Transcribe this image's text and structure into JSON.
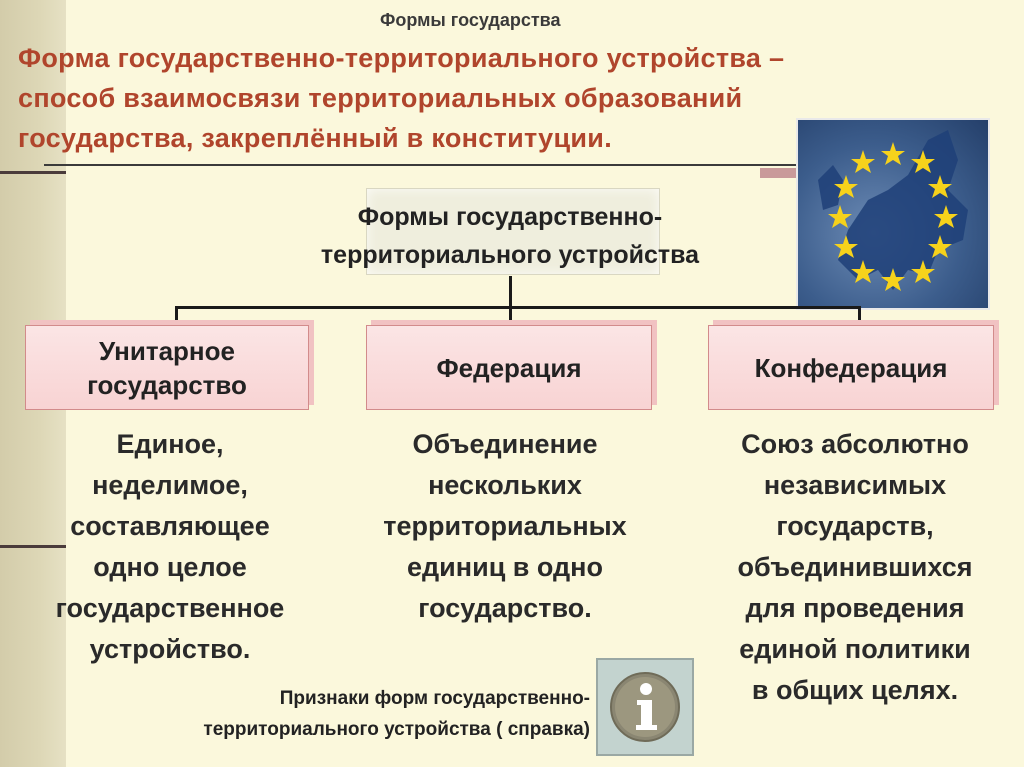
{
  "header": {
    "pre_title": "Формы государства",
    "definition_lines": [
      "Форма государственно-территориального устройства –",
      "способ взаимосвязи территориальных образований",
      "государства, закреплённый в конституции."
    ]
  },
  "diagram": {
    "center_lines": [
      "Формы государственно-",
      "территориального устройства"
    ],
    "forms": [
      {
        "label_lines": [
          "Унитарное",
          "государство"
        ],
        "description_lines": [
          "Единое,",
          "неделимое,",
          "составляющее",
          "одно целое",
          "государственное",
          "устройство."
        ]
      },
      {
        "label_lines": [
          "Федерация"
        ],
        "description_lines": [
          "Объединение",
          "нескольких",
          "территориальных",
          "единиц в одно",
          "государство."
        ]
      },
      {
        "label_lines": [
          "Конфедерация"
        ],
        "description_lines": [
          "Союз абсолютно",
          "независимых",
          "государств,",
          "объединившихся",
          "для проведения",
          "единой политики",
          "в общих целях."
        ]
      }
    ]
  },
  "image": {
    "icon": "eu-map-with-stars",
    "star_color": "#f6d21b"
  },
  "footer": {
    "info_lines": [
      "Признаки форм государственно-",
      "территориального устройства ( справка)"
    ],
    "info_icon": "info-icon"
  },
  "colors": {
    "accent_red": "#b0452c",
    "box_fill": "#f8d3d3",
    "background": "#fbf8dc"
  }
}
